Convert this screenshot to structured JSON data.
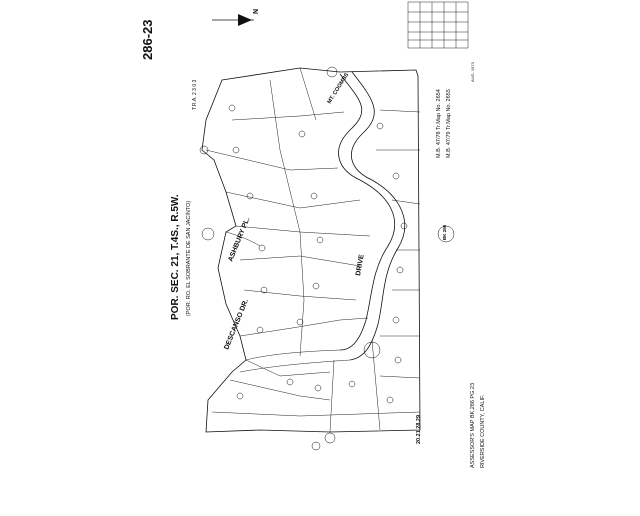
{
  "map": {
    "section_title": "POR. SEC. 21, T.4S., R.5W.",
    "subtitle": "(POR. RO. EL SOBRANTE DE SAN JACINTO)",
    "page_number": "286-23",
    "tra": "T.R.A. 2 3 0 3",
    "road_descanso": "DESCANSO  DR.",
    "road_ashbury": "ASHBURY  PL.",
    "road_drive": "DRIVE",
    "road_top": "MT. COOMBS",
    "map_ref_1": "M.B. 47/78  Tr.Map No. 2654",
    "map_ref_2": "M.B. 47/79  Tr.Map No. 2655",
    "assessor_1": "ASSESSOR'S  MAP  BK.286 PG.23",
    "assessor_2": "RIVERSIDE  COUNTY, CALIF.",
    "bottom_ref": "20.21  28.29",
    "book_ref": "BK 286",
    "corner_note": "AUG. 1973",
    "north_label": "N"
  }
}
